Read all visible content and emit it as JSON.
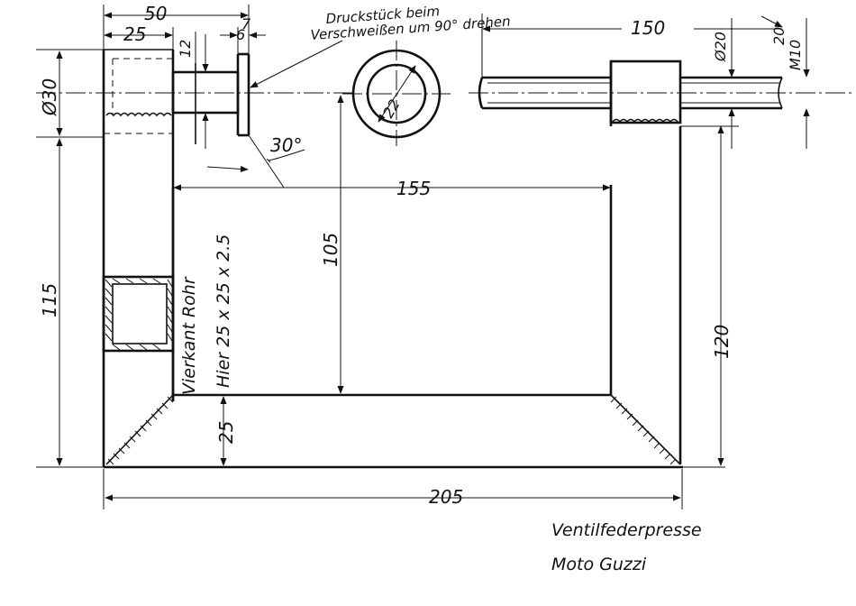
{
  "drawing": {
    "title_line1": "Ventilfederpresse",
    "title_line2": "Moto Guzzi",
    "note_line1": "Druckstück beim",
    "note_line2": "Verschweißen um 90° drehen",
    "tube_label_line1": "Vierkant Rohr",
    "tube_label_line2": "Hier  25 x 25 x 2.5",
    "dimensions": {
      "d50": "50",
      "d25_top": "25",
      "d12": "12",
      "d6": "6",
      "d7": "7",
      "d30": "Ø30",
      "angle30": "30°",
      "d155": "155",
      "d150": "150",
      "d20": "Ø20",
      "d20b": "20",
      "m10": "M10",
      "d22": "22",
      "d115": "115",
      "d105": "105",
      "d120": "120",
      "d25_bottom": "25",
      "d205": "205"
    }
  },
  "colors": {
    "ink": "#111111",
    "paper": "#ffffff"
  }
}
